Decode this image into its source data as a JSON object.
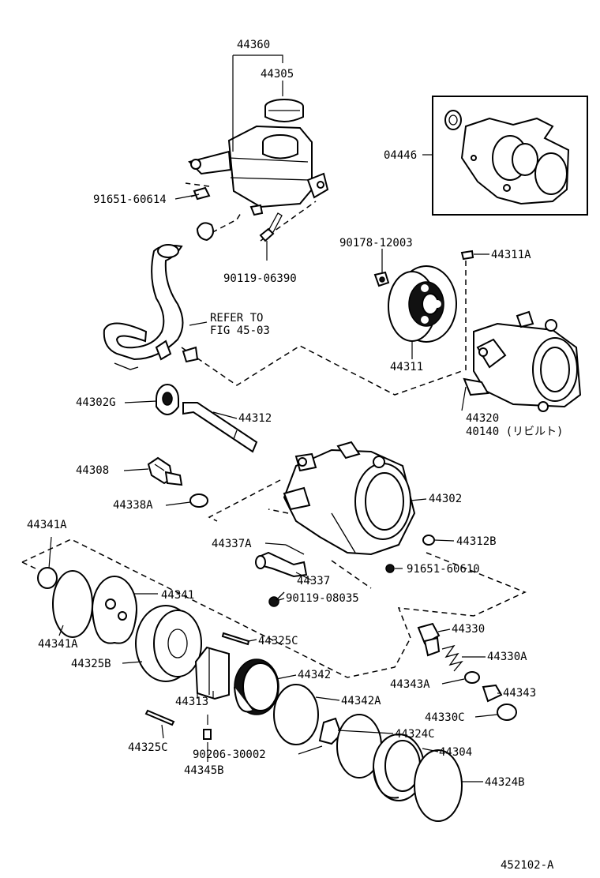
{
  "figure_code": "452102-A",
  "part_labels": {
    "p44360": "44360",
    "p44305": "44305",
    "p04446": "04446",
    "p91651_60614": "91651-60614",
    "p90178_12003": "90178-12003",
    "p44311A": "44311A",
    "p90119_06390": "90119-06390",
    "refer_to_line1": "REFER TO",
    "refer_to_line2": "FIG 45-03",
    "p44311": "44311",
    "p44302G": "44302G",
    "p44312": "44312",
    "p44320": "44320",
    "p40140": "40140 (リビルト)",
    "p44308": "44308",
    "p44338A": "44338A",
    "p44302": "44302",
    "p44341A_top": "44341A",
    "p44337A": "44337A",
    "p44312B": "44312B",
    "p44337": "44337",
    "p91651_60610": "91651-60610",
    "p44341": "44341",
    "p90119_08035": "90119-08035",
    "p44330": "44330",
    "p44341A_bottom": "44341A",
    "p44325C_top": "44325C",
    "p44330A": "44330A",
    "p44325B": "44325B",
    "p44342": "44342",
    "p44343A": "44343A",
    "p44343": "44343",
    "p44313": "44313",
    "p44342A": "44342A",
    "p44330C": "44330C",
    "p44324C": "44324C",
    "p44325C_bottom": "44325C",
    "p90206_30002": "90206-30002",
    "p44304": "44304",
    "p44345B": "44345B",
    "p44324B": "44324B"
  }
}
